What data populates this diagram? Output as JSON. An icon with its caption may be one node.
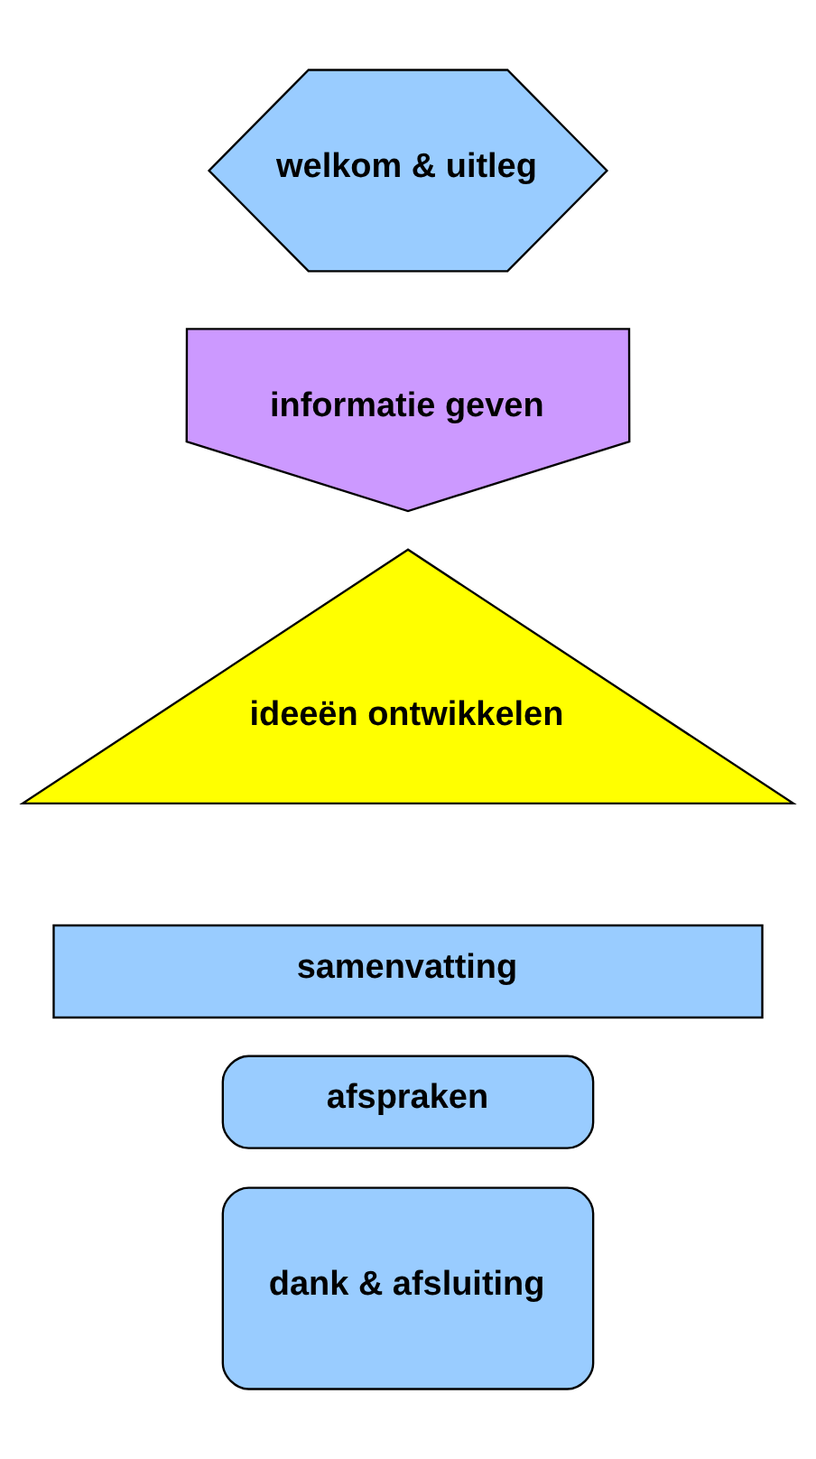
{
  "diagram": {
    "nodes": [
      {
        "text": [
          "welkom & uitleg"
        ]
      },
      {
        "text": [
          "informatie geven"
        ]
      },
      {
        "text": [
          "ideeën ontwikkelen"
        ]
      },
      {
        "text": [
          "samenvatting"
        ]
      },
      {
        "text": [
          "afspraken"
        ]
      },
      {
        "text": [
          "dank & afsluiting"
        ]
      }
    ]
  }
}
